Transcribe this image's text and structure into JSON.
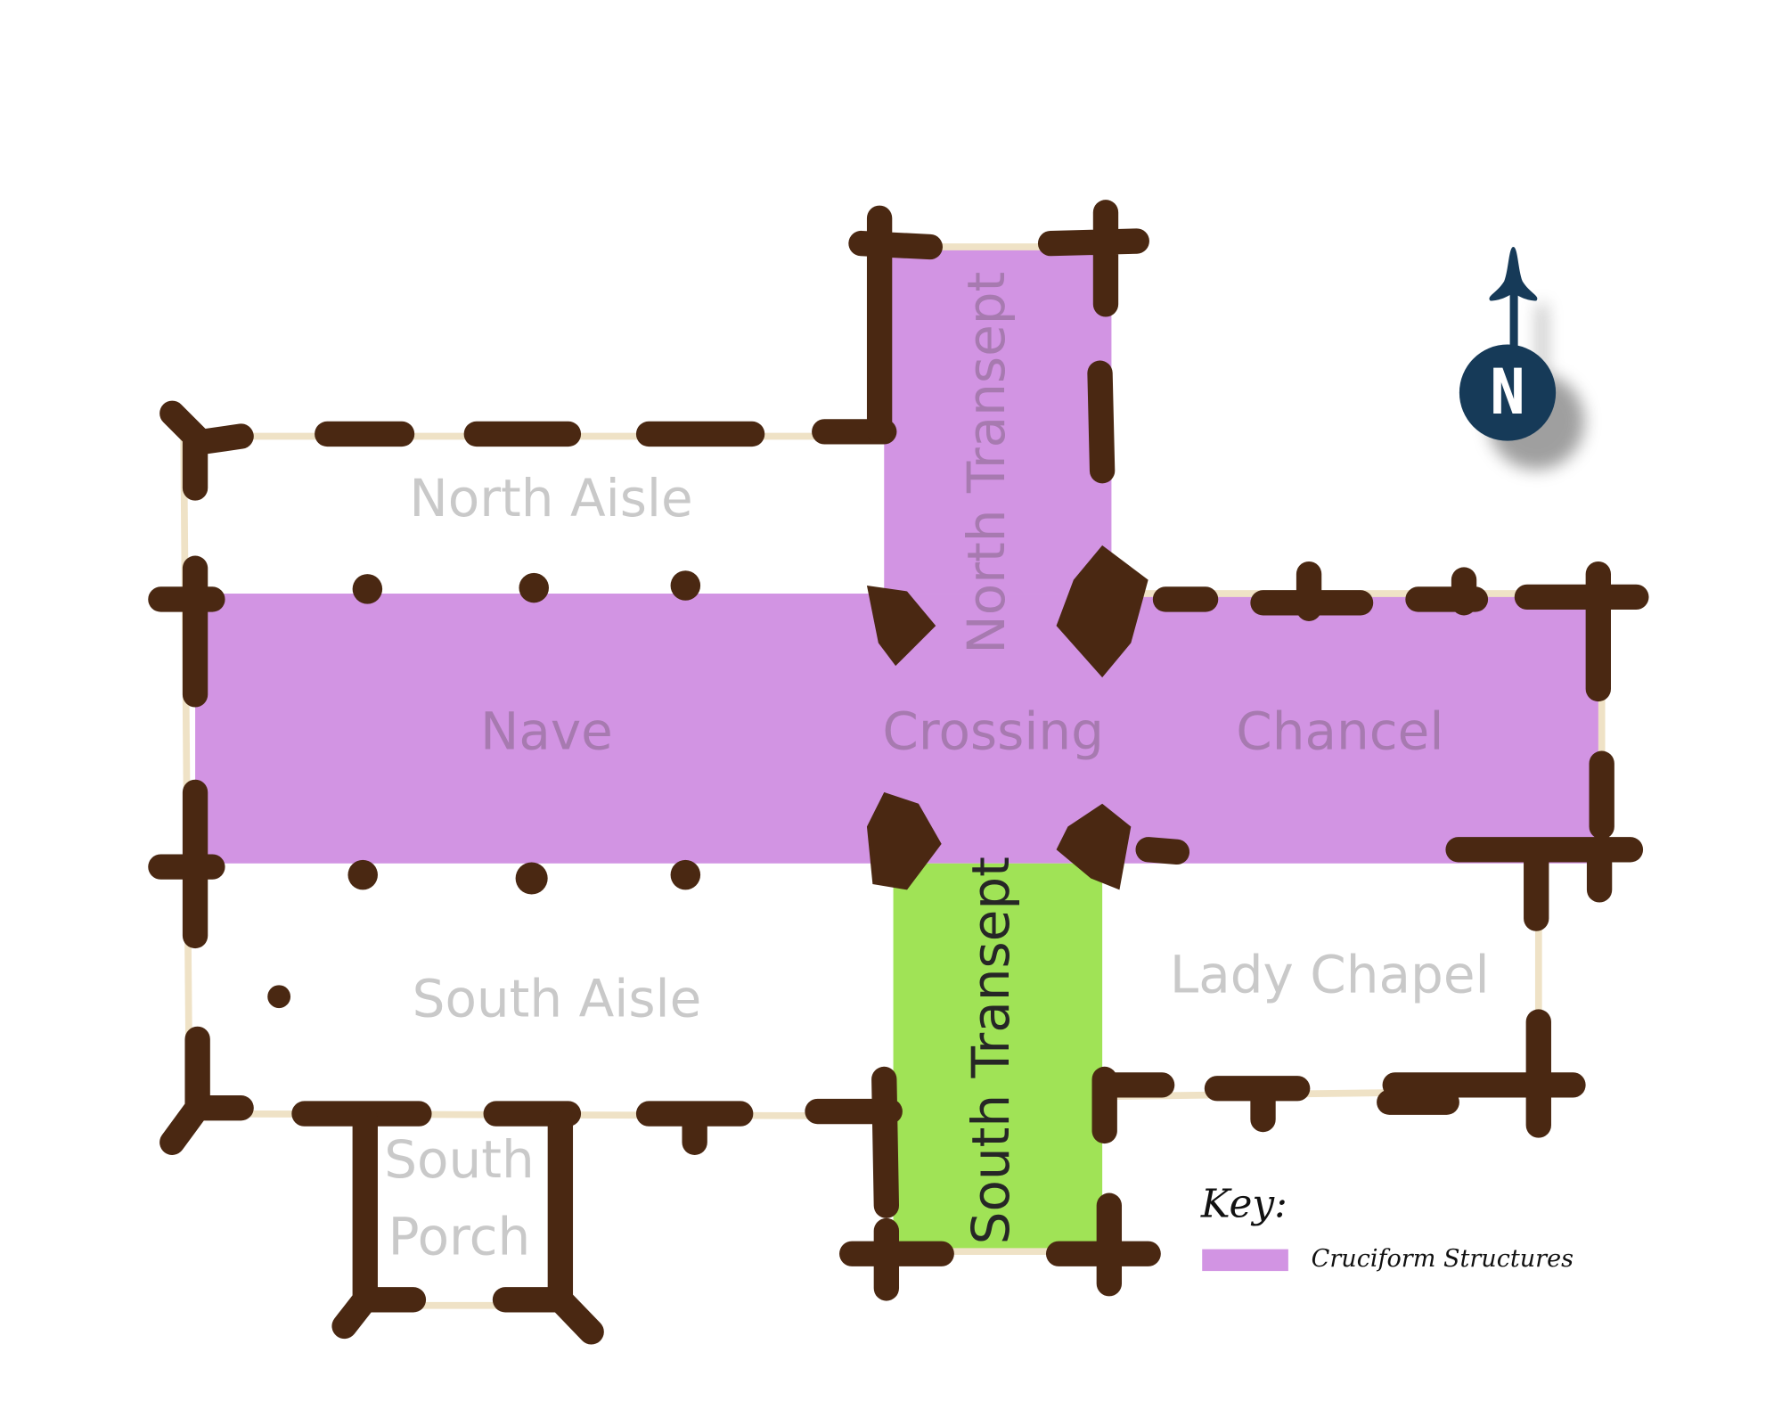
{
  "plan": {
    "labels": {
      "north_aisle": "North Aisle",
      "nave": "Nave",
      "crossing": "Crossing",
      "chancel": "Chancel",
      "north_transept": "North Transept",
      "south_transept": "South Transept",
      "south_aisle": "South Aisle",
      "lady_chapel": "Lady Chapel",
      "south_porch_line1": "South",
      "south_porch_line2": "Porch"
    },
    "colors": {
      "cruciform": "#d294e3",
      "south_transept": "#a0e356",
      "wall": "#4a2812",
      "compass": "#163a58"
    }
  },
  "compass": {
    "letter": "N"
  },
  "key": {
    "title": "Key:",
    "items": [
      {
        "label": "Cruciform Structures",
        "color": "#d294e3"
      }
    ]
  }
}
